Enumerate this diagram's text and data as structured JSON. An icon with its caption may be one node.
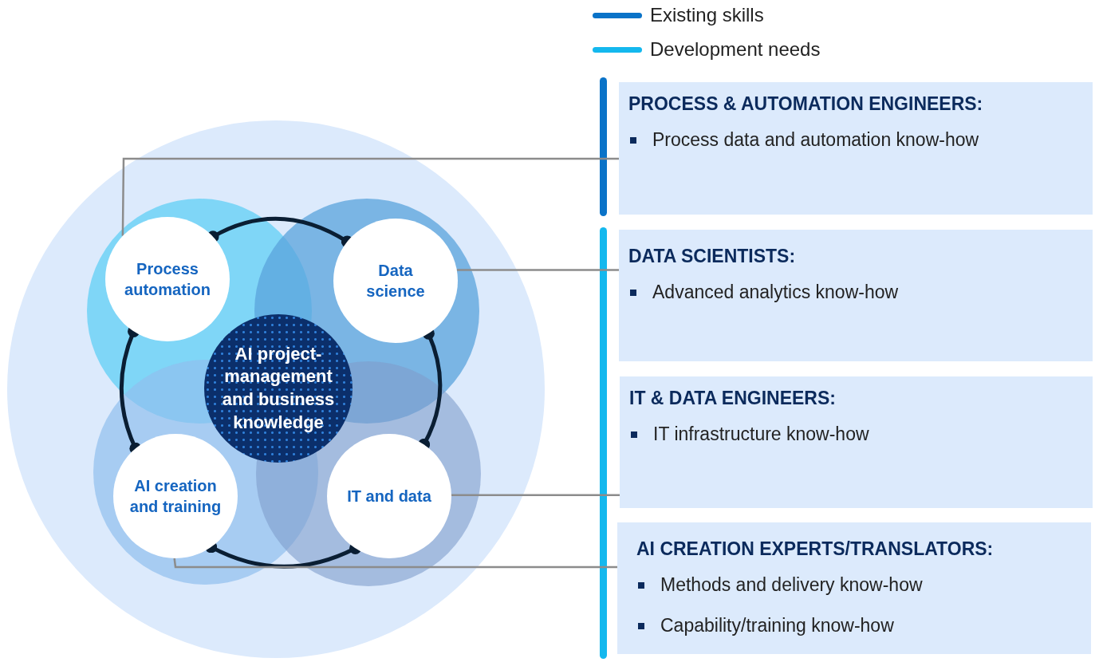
{
  "diagram": {
    "nodes": [
      {
        "text": [
          "Process automation"
        ]
      },
      {
        "text": [
          "Data science"
        ]
      },
      {
        "text": [
          "AI creation and training"
        ]
      },
      {
        "text": [
          "IT and data"
        ]
      },
      {
        "text": [
          "AI project-management and business knowledge"
        ]
      },
      {
        "text": [
          "PROCESS & AUTOMATION ENGINEERS:",
          "Process data and automation know-how"
        ]
      },
      {
        "text": [
          "DATA SCIENTISTS:",
          "Advanced analytics know-how"
        ]
      },
      {
        "text": [
          "IT & DATA ENGINEERS:",
          "IT infrastructure know-how"
        ]
      },
      {
        "text": [
          "AI CREATION EXPERTS/TRANSLATORS:",
          "Methods and delivery know-how",
          "Capability/training know-how"
        ]
      }
    ],
    "edges": [
      {
        "from": 0,
        "to": 1,
        "arrow": "other",
        "style": "thick"
      },
      {
        "from": 0,
        "to": 2,
        "arrow": "other",
        "style": "thick"
      },
      {
        "from": 1,
        "to": 3,
        "arrow": "other",
        "style": "thick"
      },
      {
        "from": 2,
        "to": 3,
        "arrow": "other",
        "style": "thick"
      },
      {
        "from": 0,
        "to": 5,
        "arrow": "none",
        "color": "#8c8c8c"
      },
      {
        "from": 1,
        "to": 6,
        "arrow": "none",
        "color": "#8c8c8c"
      },
      {
        "from": 3,
        "to": 7,
        "arrow": "none",
        "color": "#8c8c8c"
      },
      {
        "from": 2,
        "to": 8,
        "arrow": "none",
        "color": "#8c8c8c"
      }
    ],
    "legend": [
      {
        "text": "Existing skills"
      },
      {
        "text": "Development needs"
      }
    ]
  }
}
